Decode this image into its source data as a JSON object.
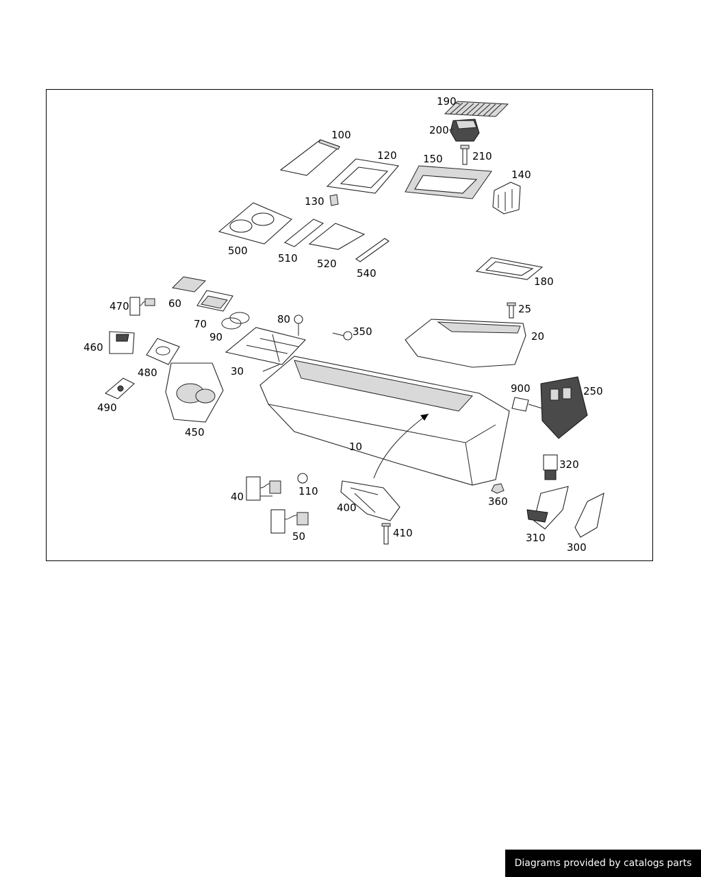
{
  "footer": {
    "text": "Diagrams provided by catalogs parts"
  },
  "callouts": {
    "c190": "190",
    "c200": "200",
    "c210": "210",
    "c100": "100",
    "c120": "120",
    "c150": "150",
    "c140": "140",
    "c130": "130",
    "c500": "500",
    "c510": "510",
    "c520": "520",
    "c540": "540",
    "c180": "180",
    "c470": "470",
    "c60": "60",
    "c70": "70",
    "c80": "80",
    "c350": "350",
    "c25": "25",
    "c20": "20",
    "c90": "90",
    "c460": "460",
    "c480": "480",
    "c30": "30",
    "c490": "490",
    "c450": "450",
    "c900": "900",
    "c250": "250",
    "c10": "10",
    "c320": "320",
    "c40": "40",
    "c110": "110",
    "c400": "400",
    "c360": "360",
    "c410": "410",
    "c50": "50",
    "c310": "310",
    "c300": "300"
  }
}
